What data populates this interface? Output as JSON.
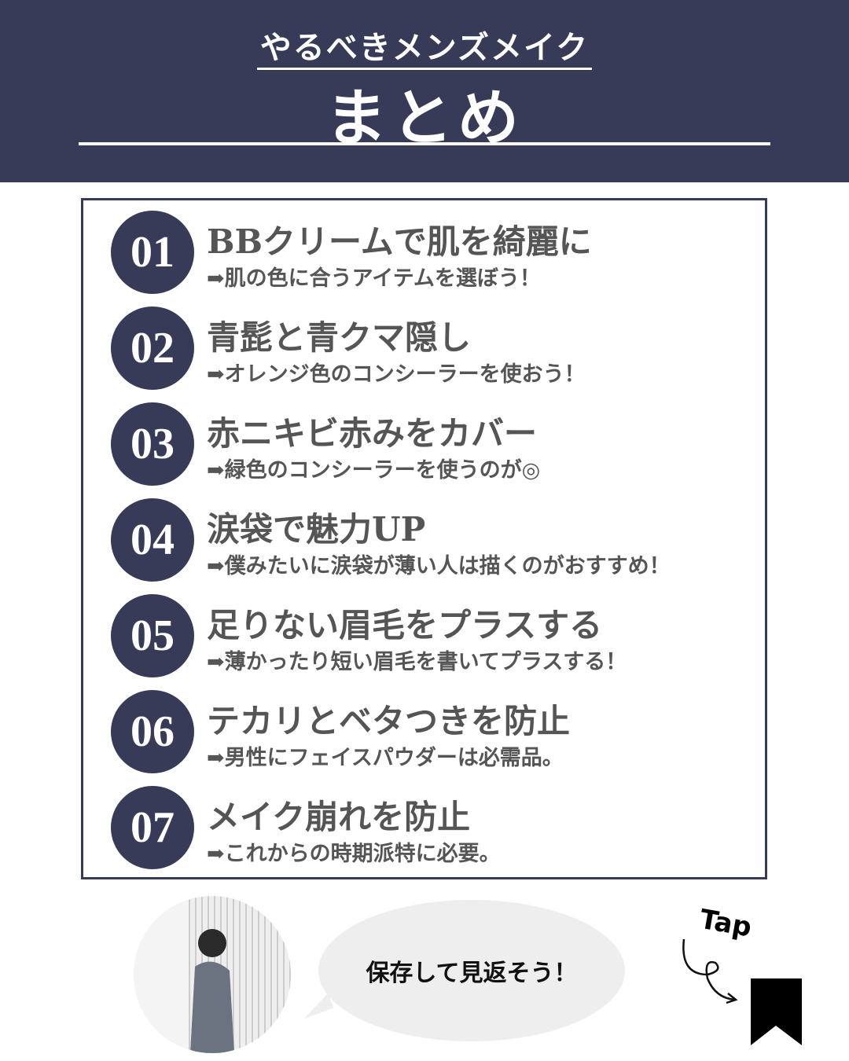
{
  "header": {
    "kicker": "やるべきメンズメイク",
    "title": "まとめ"
  },
  "items": [
    {
      "num": "01",
      "title": "BBクリームで肌を綺麗に",
      "sub": "➡肌の色に合うアイテムを選ぼう！"
    },
    {
      "num": "02",
      "title": "青髭と青クマ隠し",
      "sub": "➡オレンジ色のコンシーラーを使おう！"
    },
    {
      "num": "03",
      "title": "赤ニキビ赤みをカバー",
      "sub": "➡緑色のコンシーラーを使うのが◎"
    },
    {
      "num": "04",
      "title": "涙袋で魅力UP",
      "sub": "➡僕みたいに涙袋が薄い人は描くのがおすすめ！"
    },
    {
      "num": "05",
      "title": "足りない眉毛をプラスする",
      "sub": "➡薄かったり短い眉毛を書いてプラスする！"
    },
    {
      "num": "06",
      "title": "テカリとベタつきを防止",
      "sub": "➡男性にフェイスパウダーは必需品。"
    },
    {
      "num": "07",
      "title": "メイク崩れを防止",
      "sub": "➡これからの時期派特に必要。"
    }
  ],
  "footer": {
    "bubble": "保存して見返そう！",
    "tap": "Tap"
  },
  "colors": {
    "navy": "#373b58",
    "text": "#555555"
  }
}
